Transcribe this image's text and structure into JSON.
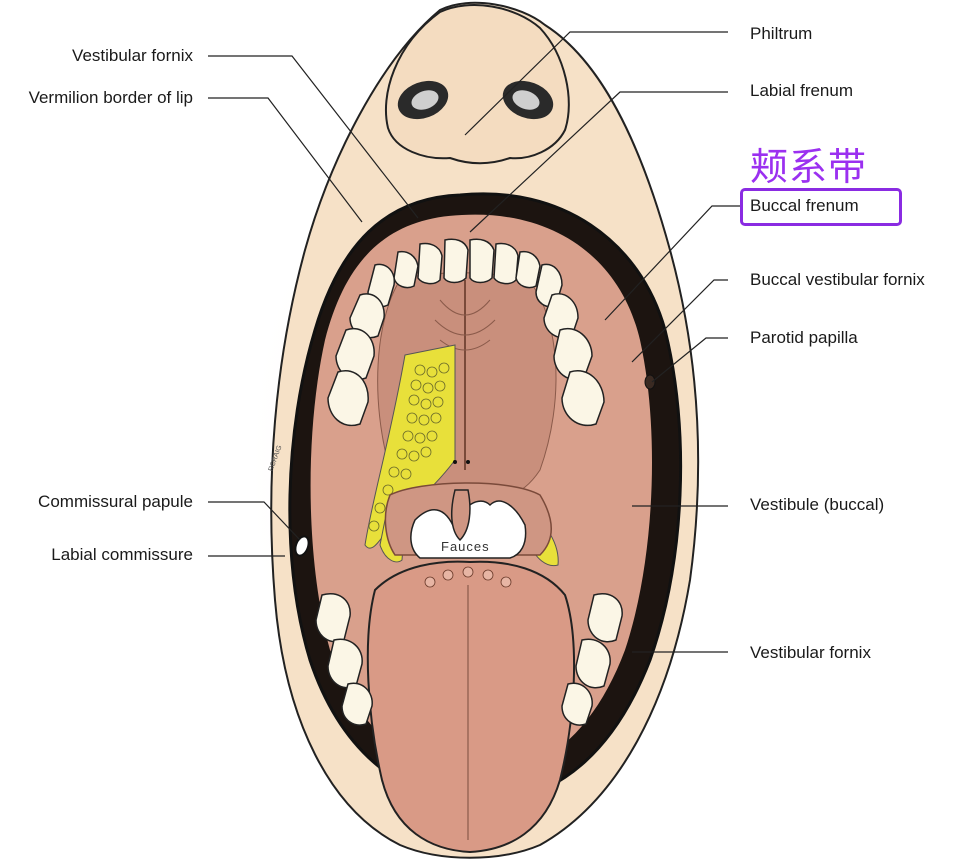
{
  "labels": {
    "left": {
      "vestibular_fornix": "Vestibular fornix",
      "vermilion_border": "Vermilion border of lip",
      "commissural_papule": "Commissural papule",
      "labial_commissure": "Labial commissure"
    },
    "right": {
      "philtrum": "Philtrum",
      "labial_frenum": "Labial frenum",
      "buccal_frenum": "Buccal frenum",
      "buccal_vestibular_fornix": "Buccal vestibular fornix",
      "parotid_papilla": "Parotid papilla",
      "vestibule_buccal": "Vestibule (buccal)",
      "vestibular_fornix": "Vestibular fornix"
    },
    "center": {
      "fauces": "Fauces"
    }
  },
  "annotation": {
    "chinese_label": "颊系带",
    "highlight_color": "#8a2be2"
  },
  "artist_signature": "RCRAIG"
}
